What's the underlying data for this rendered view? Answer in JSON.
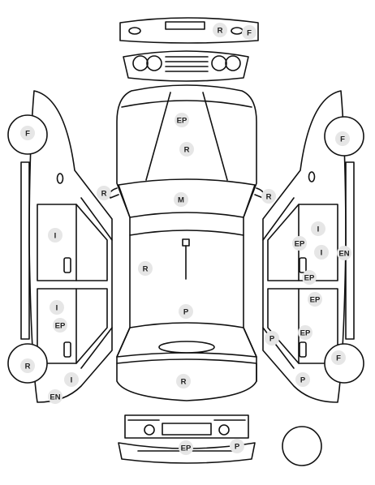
{
  "diagram": {
    "badge_color": "#e6e6e6",
    "line_color": "#111111",
    "codes": {
      "repaired": "R",
      "front": "F",
      "exchanged_panel": "EP",
      "modified": "M",
      "painted": "P",
      "imperfection": "I",
      "en": "EN"
    },
    "badges": [
      {
        "id": "rear-panel-r",
        "code": "R"
      },
      {
        "id": "rear-panel-f",
        "code": "F"
      },
      {
        "id": "hood-ep",
        "code": "EP"
      },
      {
        "id": "hood-r",
        "code": "R"
      },
      {
        "id": "left-mirror-r",
        "code": "R"
      },
      {
        "id": "right-mirror-r",
        "code": "R"
      },
      {
        "id": "windshield-m",
        "code": "M"
      },
      {
        "id": "roof-r",
        "code": "R"
      },
      {
        "id": "roof-p",
        "code": "P"
      },
      {
        "id": "trunk-r",
        "code": "R"
      },
      {
        "id": "bumper-ep",
        "code": "EP"
      },
      {
        "id": "bumper-p",
        "code": "P"
      },
      {
        "id": "left-front-wheel-f",
        "code": "F"
      },
      {
        "id": "left-front-door-i",
        "code": "I"
      },
      {
        "id": "left-rear-door-i",
        "code": "I"
      },
      {
        "id": "left-rear-door-ep",
        "code": "EP"
      },
      {
        "id": "left-rear-wheel-r",
        "code": "R"
      },
      {
        "id": "left-rear-fender-i",
        "code": "I"
      },
      {
        "id": "left-rocker-en",
        "code": "EN"
      },
      {
        "id": "right-front-wheel-f",
        "code": "F"
      },
      {
        "id": "right-front-door-i-1",
        "code": "I"
      },
      {
        "id": "right-front-door-ep",
        "code": "EP"
      },
      {
        "id": "right-front-door-i-2",
        "code": "I"
      },
      {
        "id": "right-rocker-en",
        "code": "EN"
      },
      {
        "id": "right-front-door-ep-2",
        "code": "EP"
      },
      {
        "id": "right-rear-door-ep",
        "code": "EP"
      },
      {
        "id": "right-rear-door-p",
        "code": "P"
      },
      {
        "id": "right-rear-door-ep-2",
        "code": "EP"
      },
      {
        "id": "right-rear-wheel-f",
        "code": "F"
      },
      {
        "id": "right-rear-fender-p",
        "code": "P"
      }
    ]
  }
}
